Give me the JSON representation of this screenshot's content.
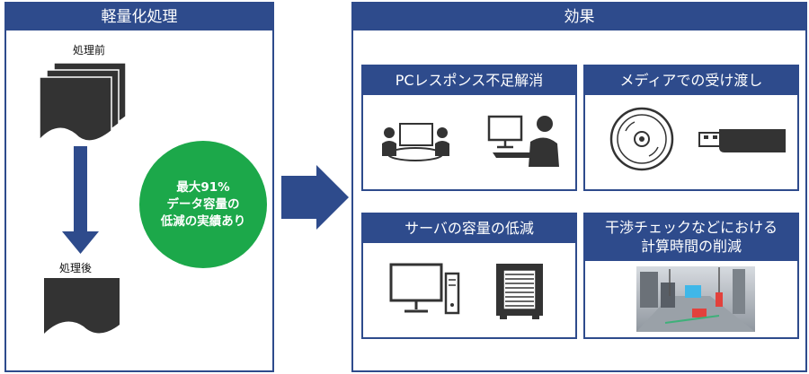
{
  "left_panel": {
    "title": "軽量化処理",
    "before_label": "処理前",
    "after_label": "処理後",
    "result_lines": [
      "最大91%",
      "データ容量の",
      "低減の実績あり"
    ]
  },
  "right_panel": {
    "title": "効果",
    "cards": [
      {
        "title": "PCレスポンス不足解消"
      },
      {
        "title": "メディアでの受け渡し"
      },
      {
        "title": "サーバの容量の低減"
      },
      {
        "title_lines": [
          "干渉チェックなどにおける",
          "計算時間の削減"
        ]
      }
    ]
  },
  "colors": {
    "navy": "#2e4b8c",
    "green": "#1ca84a",
    "dark": "#333333"
  },
  "icons": [
    "document-stack-icon",
    "document-icon",
    "down-arrow-icon",
    "right-arrow-icon",
    "meeting-icon",
    "pc-user-icon",
    "disc-icon",
    "usb-drive-icon",
    "desktop-pc-icon",
    "server-icon",
    "factory-scan-image"
  ]
}
